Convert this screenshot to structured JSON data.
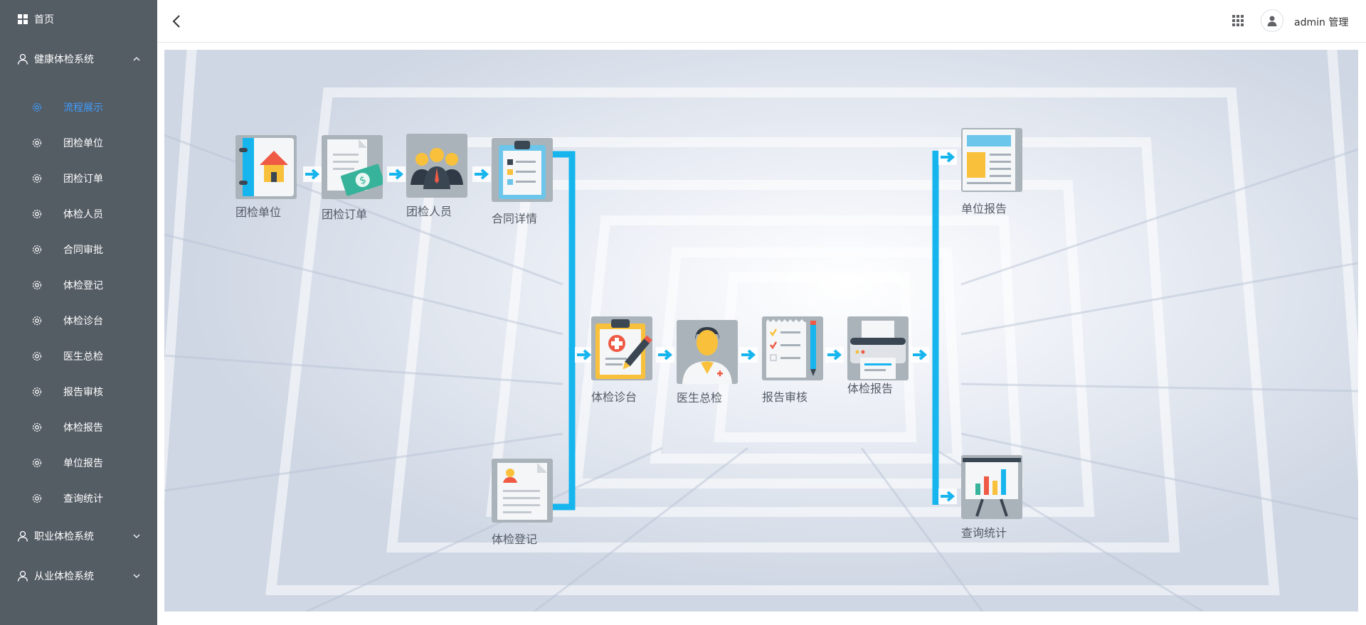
{
  "sidebar": {
    "home": "首页",
    "health_system": "健康体检系统",
    "sub_items": [
      "流程展示",
      "团检单位",
      "团检订单",
      "体检人员",
      "合同审批",
      "体检登记",
      "体检诊台",
      "医生总检",
      "报告审核",
      "体检报告",
      "单位报告",
      "查询统计"
    ],
    "occupational_system": "职业体检系统",
    "employment_system": "从业体检系统",
    "active_item": "流程展示",
    "active_color": "#409eff",
    "bg_color": "#545c64"
  },
  "header": {
    "user_label": "admin 管理"
  },
  "flow": {
    "accent_color": "#16b5ee",
    "nodes": {
      "group_unit": "团检单位",
      "group_order": "团检订单",
      "group_people": "团检人员",
      "contract": "合同详情",
      "registration": "体检登记",
      "clinic": "体检诊台",
      "doctor": "医生总检",
      "review": "报告审核",
      "report": "体检报告",
      "unit_report": "单位报告",
      "stats": "查询统计"
    },
    "icons": [
      "address-book-icon",
      "invoice-money-icon",
      "team-people-icon",
      "clipboard-checklist-icon",
      "person-document-icon",
      "medical-clipboard-icon",
      "doctor-icon",
      "checklist-pencil-icon",
      "printer-icon",
      "newspaper-report-icon",
      "presentation-chart-icon"
    ]
  }
}
